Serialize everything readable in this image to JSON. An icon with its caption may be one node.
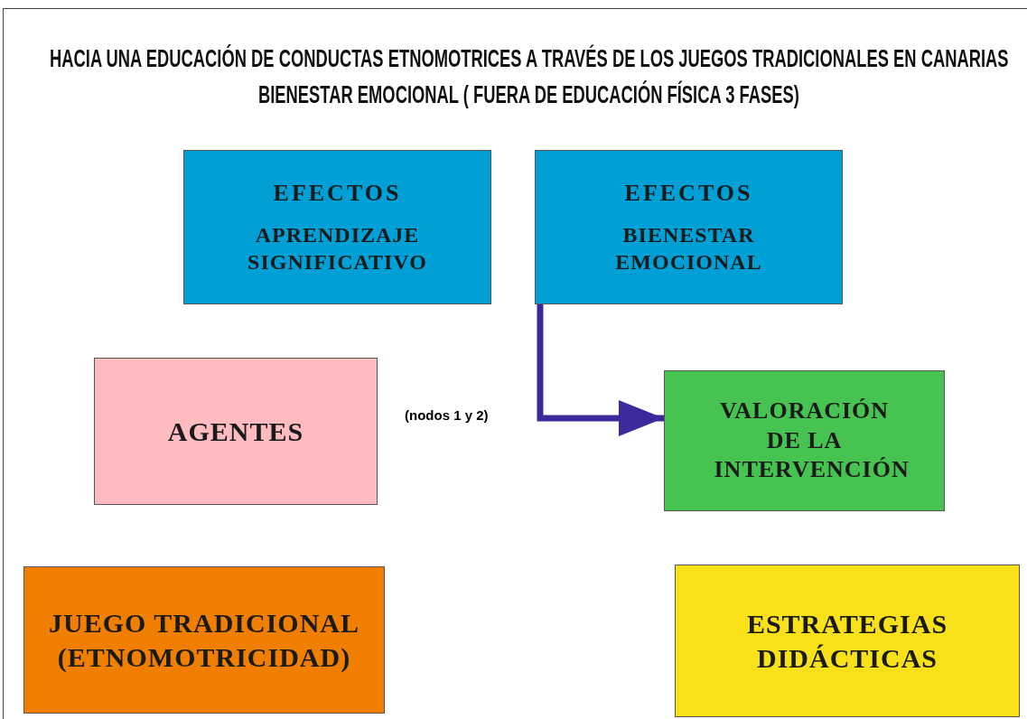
{
  "diagram": {
    "title": "HACIA UNA EDUCACIÓN DE CONDUCTAS ETNOMOTRICES A TRAVÉS DE LOS JUEGOS TRADICIONALES EN CANARIAS",
    "nodes": [
      {
        "text": [
          "EFECTOS",
          "APRENDIZAJE SIGNIFICATIVO"
        ]
      },
      {
        "text": [
          "EFECTOS",
          "BIENESTAR EMOCIONAL"
        ]
      },
      {
        "text": [
          "AGENTES"
        ]
      },
      {
        "text": [
          "VALORACIÓN DE LA INTERVENCIÓN"
        ]
      },
      {
        "text": [
          "JUEGO TRADICIONAL (ETNOMOTRICIDAD)"
        ]
      },
      {
        "text": [
          "ESTRATEGIAS DIDÁCTICAS"
        ]
      }
    ],
    "edges": [
      {
        "from": 1,
        "to": 3,
        "arrow": "to",
        "label": "(nodos 1 y 2)",
        "color": "#3a2a9c"
      }
    ],
    "labels": [
      "BIENESTAR EMOCIONAL  ( FUERA DE EDUCACIÓN FÍSICA 3 FASES)"
    ]
  }
}
